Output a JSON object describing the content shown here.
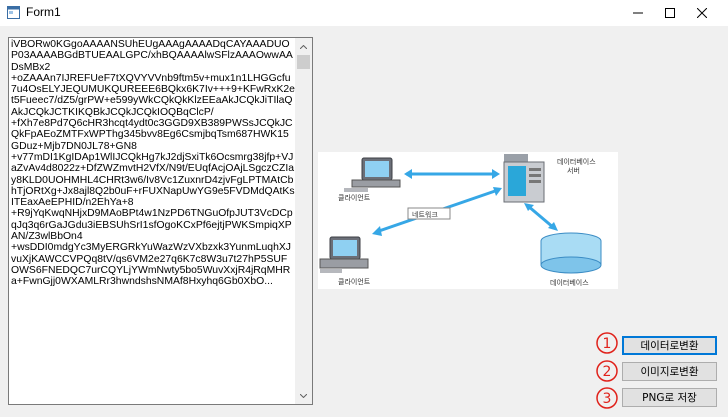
{
  "window": {
    "title": "Form1",
    "controls": {
      "minimize": "minimize",
      "maximize": "maximize",
      "close": "close"
    }
  },
  "textbox": {
    "content": "iVBORw0KGgoAAAANSUhEUgAAAgAAAADqCAYAAADUOP03AAAABGdBTUEAALGPC/xhBQAAAAlwSFlzAAAOwwAADsMBx2\n+oZAAAn7IJREFUeF7tXQVYVVnb9ftm5v+mux1n1LHGGcfu7u4OsELYJEQUMUKQUREEE6BQkx6K7Iv+++9+KFwRxK2et5Fueec7/dZ5/grPW+e599yWkCQkQkKlzEEaAkJCQkJiTIlaQAkJCQkJCTKIKQBkJCQkJCQkIOQBqClcP/\n+fXh7e8Pd7Q6cHR3hcqt4ydt0c3GGD9XB389PWSsJCQkJCQkFpAEoZMTFxWPThg345bvv8Eg6CsmjbqTsm687HWK15GDuz+Mjb7DN0JL78+GN8\n+v77mDI1KgIDAp1WlIJCQkHg7kJ2djSxiTk6Ocsmrg38jfp+VJaZvAv4d8022z+DfZWZmvtH2VfX/N9t/EUqfAcjOAjLSgczCZIay8KLD0UOHMHL4CHRt3w6/Iv8Vc1ZuxnrD4zjvFgLPTMAtCbhTjORtXg+Jx8ajl8Q2b0uF+rFUXNapUwYG9e5FVDMdQAtKsITEaxAeEPHID/n2EhYa+8\n+R9jYqKwqNHjxD9MAoBPt4w1NzPD6TNGuOfpJUT3VcDCpqJq3q6rGaJGdu3iEBSUhSrI1sfOgoKCxPf6ejtjPWKSmpiqXPAN/Z3wlBbOn4\n+wsDDI0mdgYc3MyERGRkYuWazWzVXbzxk3YunmLuqhXJvuXjKAWCCVPQq8tV/qs6VM2e27q6K7c8W3u7t27hP5SUFOWS6FNEDQC7urCQYLjYWmNwty5bo5WuvXxjR4jRqMHRa+FwnGjj0WXAMLRr3hwndshsNMAf8Hxyhq6Gb0XbO...",
    "scrollbar": {
      "up": "scroll-up",
      "down": "scroll-down"
    }
  },
  "diagram": {
    "client_top_label": "클라이언트",
    "client_bottom_label": "클라이언트",
    "network_label": "네트워크",
    "server_label_line1": "데이터베이스",
    "server_label_line2": "서버",
    "db_label": "데이터베이스"
  },
  "buttons": [
    {
      "num": "①",
      "label": "데이터로변환"
    },
    {
      "num": "②",
      "label": "이미지로변환"
    },
    {
      "num": "③",
      "label": "PNG로 저장"
    }
  ],
  "colors": {
    "accent": "#0078d7",
    "badge_red": "#e0221b",
    "arrow_blue": "#36a7e6"
  }
}
